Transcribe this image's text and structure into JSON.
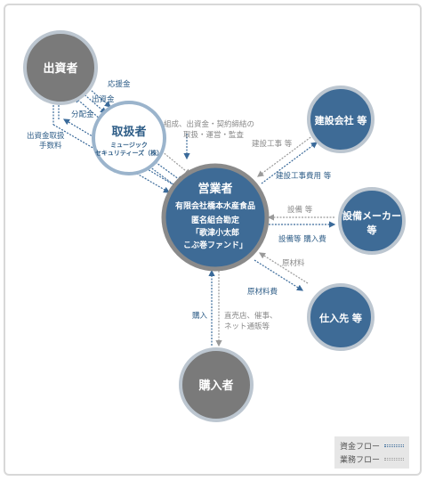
{
  "nodes": {
    "investor": "出資者",
    "handler_title": "取扱者",
    "handler_sub1": "ミュージック",
    "handler_sub2": "セキュリティーズ（株）",
    "operator_title": "営業者",
    "operator_l1": "有限会社橋本水産食品",
    "operator_l2": "匿名組合勘定",
    "operator_l3": "「歌津小太郎",
    "operator_l4": "こぶ巻ファンド」",
    "construction": "建設会社 等",
    "equipment_l1": "設備メーカー",
    "equipment_l2": "等",
    "supplier": "仕入先 等",
    "buyer": "購入者"
  },
  "labels": {
    "oen": "応援金",
    "shusshikin": "出資金",
    "bunpaikin": "分配金",
    "fee_l1": "出資金取扱",
    "fee_l2": "手数料",
    "kumisei_l1": "組成、出資金・契約締結の",
    "kumisei_l2": "取扱・運営・監査",
    "kensetsu_work": "建設工事 等",
    "kensetsu_cost": "建設工事費用 等",
    "setsubi": "設備 等",
    "setsubi_cost": "設備等 購入費",
    "genzairyo": "原材料",
    "genzairyo_cost": "原材料費",
    "konyu": "購入",
    "direct_l1": "直売店、催事、",
    "direct_l2": "ネット通販等"
  },
  "legend": {
    "fund_flow": "資金フロー",
    "business_flow": "業務フロー"
  },
  "colors": {
    "dark_node": "#7a7a7a",
    "blue_node": "#3e6b96",
    "blue_line": "#3a6a9a",
    "gray_line": "#9a9a9a"
  }
}
